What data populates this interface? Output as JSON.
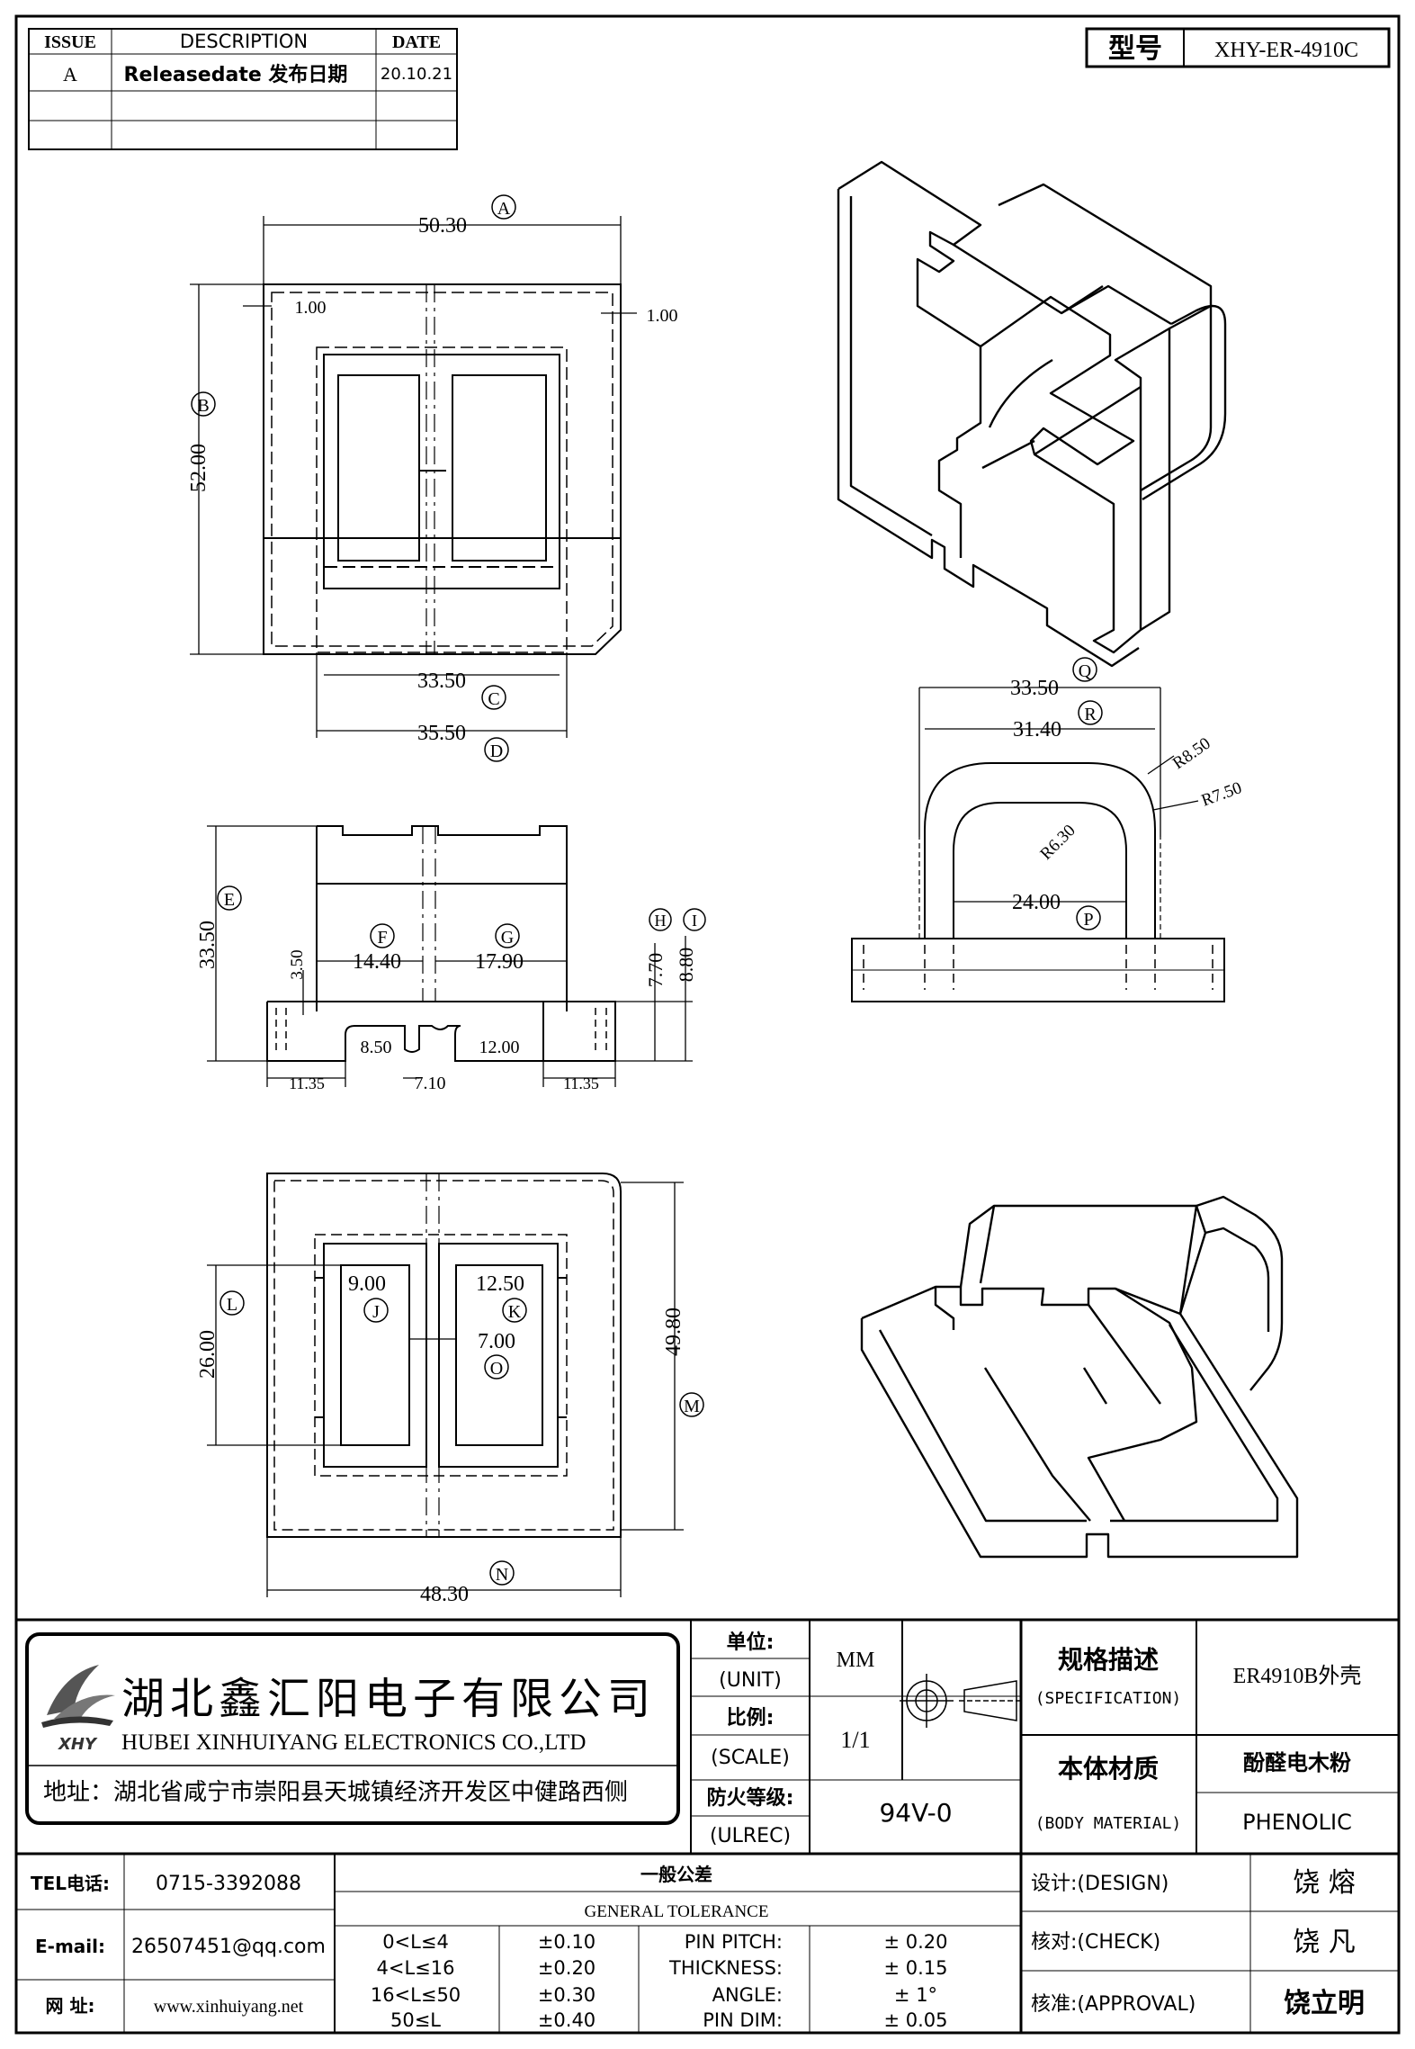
{
  "revision": {
    "headers": {
      "issue": "ISSUE",
      "description": "DESCRIPTION",
      "date": "DATE"
    },
    "rows": [
      {
        "issue": "A",
        "description": "Releasedate 发布日期",
        "date": "20.10.21"
      },
      {
        "issue": "",
        "description": "",
        "date": ""
      },
      {
        "issue": "",
        "description": "",
        "date": ""
      }
    ]
  },
  "model": {
    "label": "型号",
    "value": "XHY-ER-4910C"
  },
  "dims": {
    "A": "50.30",
    "B": "52.00",
    "C": "33.50",
    "D": "35.50",
    "top_left_wall": "1.00",
    "top_right_wall": "1.00",
    "E": "33.50",
    "F": "14.40",
    "G": "17.90",
    "H": "7.70",
    "I": "8.80",
    "side_3_50": "3.50",
    "slot_8_50": "8.50",
    "slot_12_00": "12.00",
    "edge_left": "11.35",
    "gap_7_10": "7.10",
    "edge_right": "11.35",
    "Q": "33.50",
    "R": "31.40",
    "P": "24.00",
    "R8": "R8.50",
    "R7": "R7.50",
    "R6": "R6.30",
    "J": "9.00",
    "K": "12.50",
    "O": "7.00",
    "L": "26.00",
    "M": "49.80",
    "N": "48.30"
  },
  "company": {
    "name_cn": "湖北鑫汇阳电子有限公司",
    "name_en": "HUBEI XINHUIYANG ELECTRONICS CO.,LTD",
    "address": "地址：湖北省咸宁市崇阳县天城镇经济开发区中健路西侧",
    "logo_text": "XHY"
  },
  "specs": {
    "unit_label": "单位:",
    "unit_label_en": "(UNIT)",
    "unit_value": "MM",
    "scale_label": "比例:",
    "scale_label_en": "(SCALE)",
    "scale_value": "1/1",
    "fire_label": "防火等级:",
    "fire_label_en": "(ULREC)",
    "fire_value": "94V-0",
    "spec_label": "规格描述",
    "spec_label_en": "(SPECIFICATION)",
    "spec_value": "ER4910B外壳",
    "material_label": "本体材质",
    "material_label_en": "(BODY MATERIAL)",
    "material_value_cn": "酚醛电木粉",
    "material_value_en": "PHENOLIC"
  },
  "contact": {
    "tel_label": "TEL电话:",
    "tel_value": "0715-3392088",
    "email_label": "E-mail:",
    "email_value": "26507451@qq.com",
    "web_label": "网 址:",
    "web_value": "www.xinhuiyang.net"
  },
  "tolerance": {
    "title_cn": "一般公差",
    "title_en": "GENERAL TOLERANCE",
    "rows": [
      {
        "range": "0<L≤4",
        "tol": "±0.10",
        "item": "PIN PITCH:",
        "val": "± 0.20"
      },
      {
        "range": "4<L≤16",
        "tol": "±0.20",
        "item": "THICKNESS:",
        "val": "± 0.15"
      },
      {
        "range": "16<L≤50",
        "tol": "±0.30",
        "item": "ANGLE:",
        "val": "± 1°"
      },
      {
        "range": "50≤L",
        "tol": "±0.40",
        "item": "PIN DIM:",
        "val": "± 0.05"
      }
    ]
  },
  "approval": {
    "design_label": "设计:(DESIGN)",
    "design_name": "饶 熔",
    "check_label": "核对:(CHECK)",
    "check_name": "饶 凡",
    "approve_label": "核准:(APPROVAL)",
    "approve_name": "饶立明"
  }
}
